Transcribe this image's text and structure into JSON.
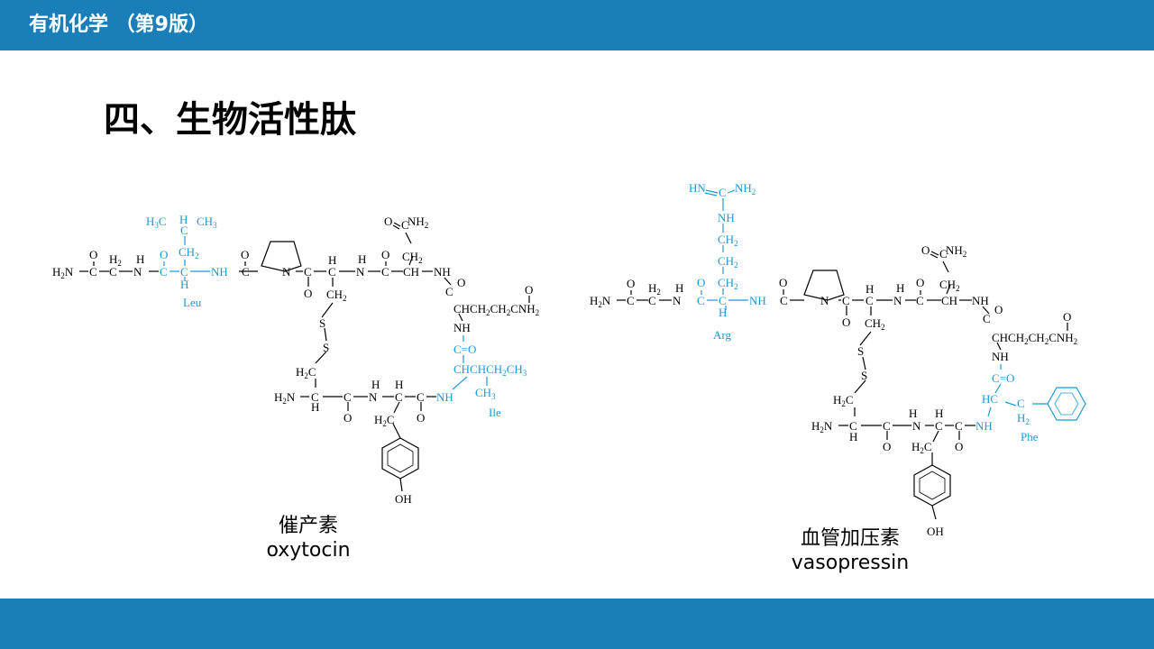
{
  "header": {
    "book_title": "有机化学 （第9版）"
  },
  "slide": {
    "title": "四、生物活性肽"
  },
  "molecules": {
    "oxytocin": {
      "name_cn": "催产素",
      "name_en": "oxytocin",
      "residue_label_1": "Leu",
      "residue_label_2": "Ile",
      "h3c": "H3C",
      "ch3": "CH3",
      "ch2": "CH2",
      "h2n": "H2N",
      "h2c": "H2C",
      "c_o": "C=O",
      "chchch2ch3": "CHCHCH2CH3",
      "chch2ch2conh2": "CHCH2CH2CONH2",
      "conh2": "CONH2",
      "nh": "NH",
      "oh": "OH"
    },
    "vasopressin": {
      "name_cn": "血管加压素",
      "name_en": "vasopressin",
      "residue_label_1": "Arg",
      "residue_label_2": "Phe",
      "hn_nh2": "HN=C–NH2",
      "nh": "NH",
      "ch2": "CH2",
      "h2n": "H2N",
      "h2c": "H2C",
      "c_o": "C=O",
      "hc": "HC",
      "chch2ch2conh2": "CHCH2CH2CONH2",
      "oh": "OH"
    }
  },
  "colors": {
    "bar": "#1a7fb8",
    "highlight": "#1a9ad6",
    "text": "#000000"
  }
}
